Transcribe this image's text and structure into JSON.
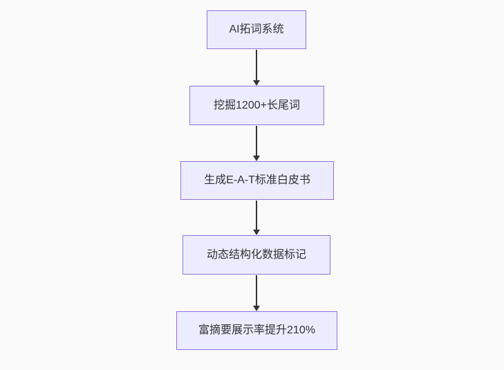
{
  "flowchart": {
    "type": "vertical-flowchart",
    "background_color": "#fafafa",
    "node_fill_color": "#ECECFF",
    "node_border_color": "#9370DB",
    "text_color": "#333333",
    "arrow_color": "#333333",
    "nodes": [
      {
        "label": "AI拓词系统"
      },
      {
        "label": "挖掘1200+长尾词"
      },
      {
        "label": "生成E-A-T标准白皮书"
      },
      {
        "label": "动态结构化数据标记"
      },
      {
        "label": "富摘要展示率提升210%"
      }
    ],
    "edges": [
      {
        "from": 0,
        "to": 1
      },
      {
        "from": 1,
        "to": 2
      },
      {
        "from": 2,
        "to": 3
      },
      {
        "from": 3,
        "to": 4
      }
    ]
  }
}
